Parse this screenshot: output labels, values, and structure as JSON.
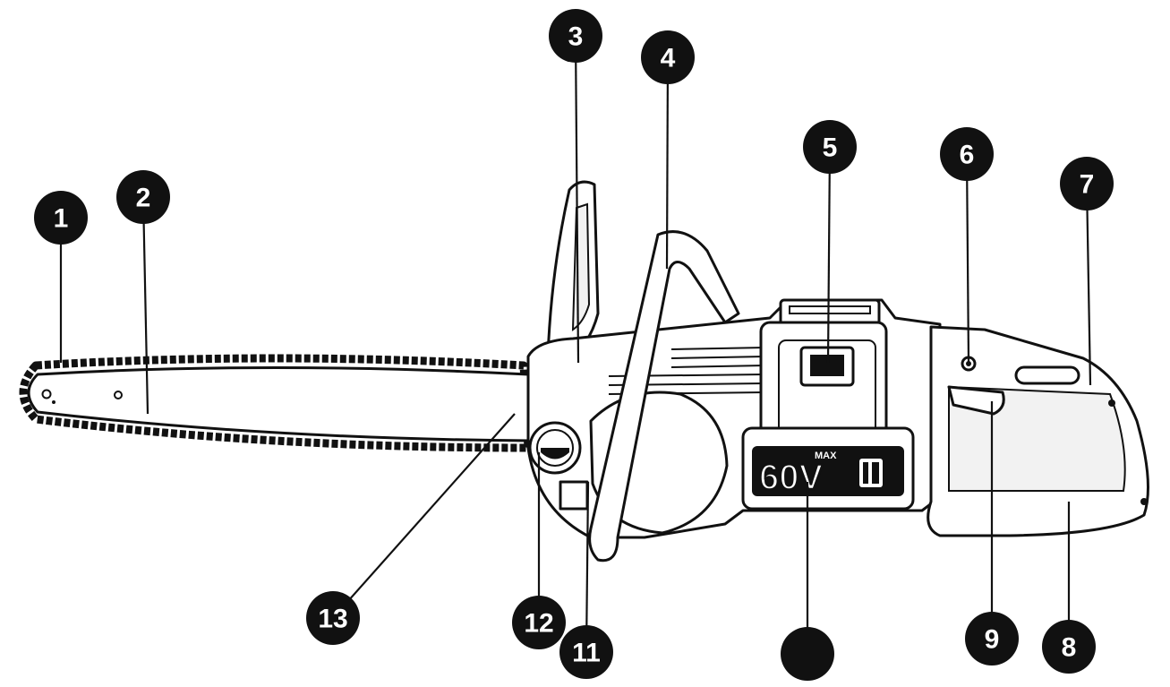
{
  "callouts": [
    {
      "id": "1",
      "label": "1"
    },
    {
      "id": "2",
      "label": "2"
    },
    {
      "id": "3",
      "label": "3"
    },
    {
      "id": "4",
      "label": "4"
    },
    {
      "id": "5",
      "label": "5"
    },
    {
      "id": "6",
      "label": "6"
    },
    {
      "id": "7",
      "label": "7"
    },
    {
      "id": "8",
      "label": "8"
    },
    {
      "id": "9",
      "label": "9"
    },
    {
      "id": "10",
      "label": ""
    },
    {
      "id": "11",
      "label": "11"
    },
    {
      "id": "12",
      "label": "12"
    },
    {
      "id": "13",
      "label": "13"
    }
  ],
  "battery": {
    "voltage_label": "60V",
    "brand_label": "MAX"
  }
}
